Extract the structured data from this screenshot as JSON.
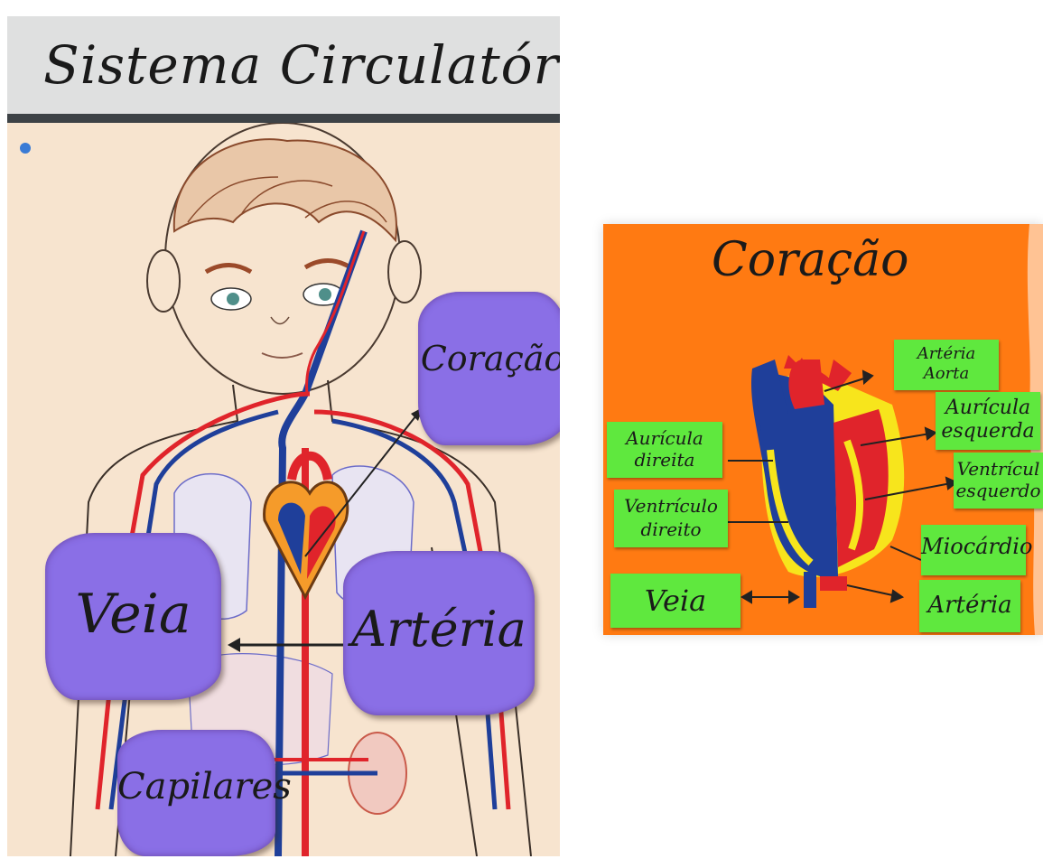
{
  "left_poster": {
    "title": "Sistema Circulatório",
    "labels": {
      "heart": "Coração",
      "vein": "Veia",
      "artery": "Artéria",
      "capillaries": "Capilares"
    }
  },
  "right_poster": {
    "title": "Coração",
    "labels": {
      "aorta_line1": "Artéria",
      "aorta_line2": "Aorta",
      "left_atrium_line1": "Aurícula",
      "left_atrium_line2": "esquerda",
      "right_atrium_line1": "Aurícula",
      "right_atrium_line2": "direita",
      "left_ventricle_line1": "Ventrícul",
      "left_ventricle_line2": "esquerdo",
      "right_ventricle_line1": "Ventrículo",
      "right_ventricle_line2": "direito",
      "myocardium": "Miocárdio",
      "vein": "Veia",
      "artery": "Artéria"
    }
  },
  "colors": {
    "left_background": "#f7e4cf",
    "label_purple": "#8a6fe6",
    "right_background": "#ff7a12",
    "label_green": "#5fe83e",
    "artery_red": "#e0242b",
    "vein_blue": "#1f3f9a",
    "myocardium_yellow": "#f7e51c"
  }
}
